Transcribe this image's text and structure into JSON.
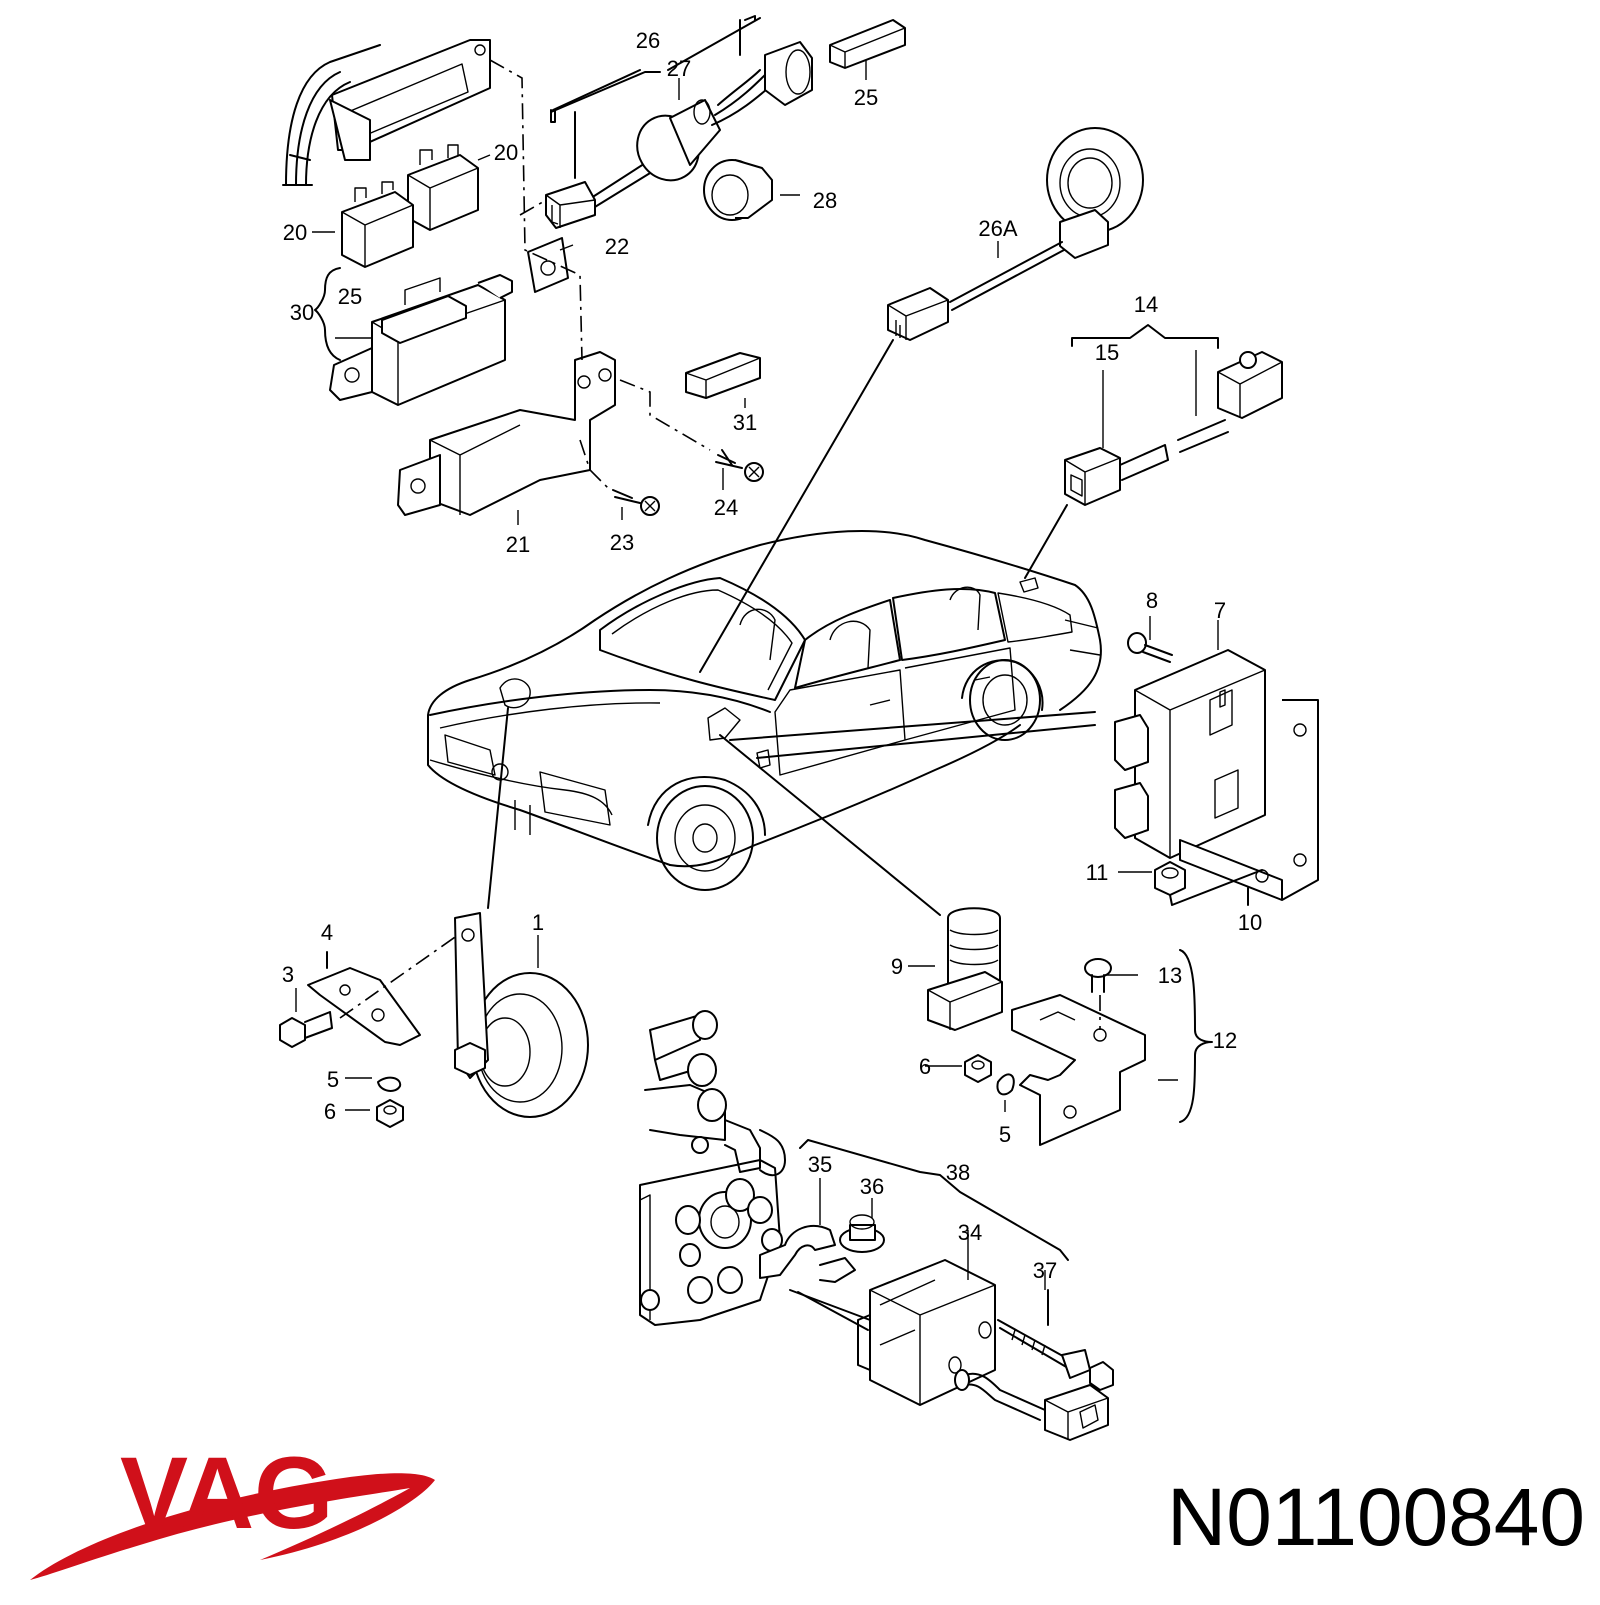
{
  "brand": {
    "name": "VAG",
    "color": "#d0101a"
  },
  "part_number": "N01100840",
  "callouts": [
    {
      "id": "c26",
      "text": "26"
    },
    {
      "id": "c27",
      "text": "27"
    },
    {
      "id": "c25a",
      "text": "25"
    },
    {
      "id": "c20a",
      "text": "20"
    },
    {
      "id": "c20b",
      "text": "20"
    },
    {
      "id": "c28",
      "text": "28"
    },
    {
      "id": "c22",
      "text": "22"
    },
    {
      "id": "c26A",
      "text": "26A"
    },
    {
      "id": "c30",
      "text": "30"
    },
    {
      "id": "c25b",
      "text": "25"
    },
    {
      "id": "c31",
      "text": "31"
    },
    {
      "id": "c14",
      "text": "14"
    },
    {
      "id": "c15",
      "text": "15"
    },
    {
      "id": "c24",
      "text": "24"
    },
    {
      "id": "c23",
      "text": "23"
    },
    {
      "id": "c21",
      "text": "21"
    },
    {
      "id": "c8",
      "text": "8"
    },
    {
      "id": "c7",
      "text": "7"
    },
    {
      "id": "c11",
      "text": "11"
    },
    {
      "id": "c10",
      "text": "10"
    },
    {
      "id": "c4",
      "text": "4"
    },
    {
      "id": "c1",
      "text": "1"
    },
    {
      "id": "c3",
      "text": "3"
    },
    {
      "id": "c9",
      "text": "9"
    },
    {
      "id": "c13",
      "text": "13"
    },
    {
      "id": "c12",
      "text": "12"
    },
    {
      "id": "c6a",
      "text": "6"
    },
    {
      "id": "c5a",
      "text": "5"
    },
    {
      "id": "c6b",
      "text": "6"
    },
    {
      "id": "c5b",
      "text": "5"
    },
    {
      "id": "c35",
      "text": "35"
    },
    {
      "id": "c36",
      "text": "36"
    },
    {
      "id": "c38",
      "text": "38"
    },
    {
      "id": "c34",
      "text": "34"
    },
    {
      "id": "c37",
      "text": "37"
    }
  ]
}
